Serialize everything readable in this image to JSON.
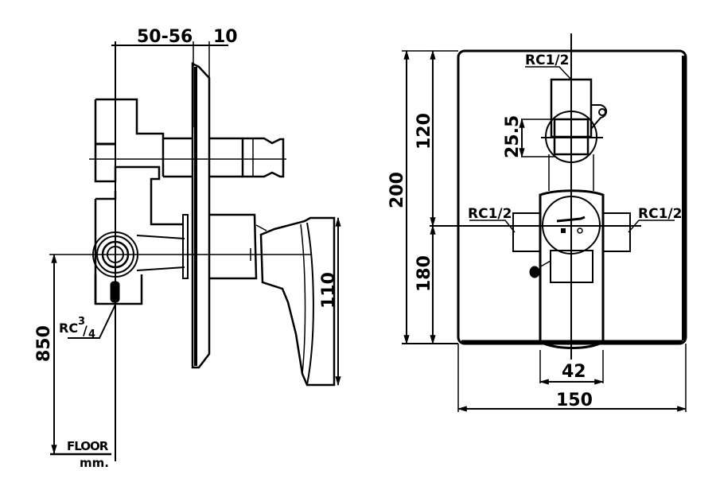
{
  "drawing": {
    "units": "mm.",
    "floor_label": "FLOOR",
    "side_view": {
      "dim_depth": "50-56",
      "dim_plate": "10",
      "dim_height_from_floor": "850",
      "dim_handle": "110",
      "inlet_label_main": "RC",
      "inlet_label_sup": "3",
      "inlet_label_sub": "4"
    },
    "front_view": {
      "dim_total_height": "200",
      "dim_upper": "120",
      "dim_lower": "180",
      "dim_outlet_spacing": "25.5",
      "dim_body_width": "42",
      "dim_plate_width": "150",
      "top_port": "RC1/2",
      "left_port": "RC1/2",
      "right_port": "RC1/2"
    }
  },
  "colors": {
    "line": "#000000",
    "background": "#ffffff"
  }
}
